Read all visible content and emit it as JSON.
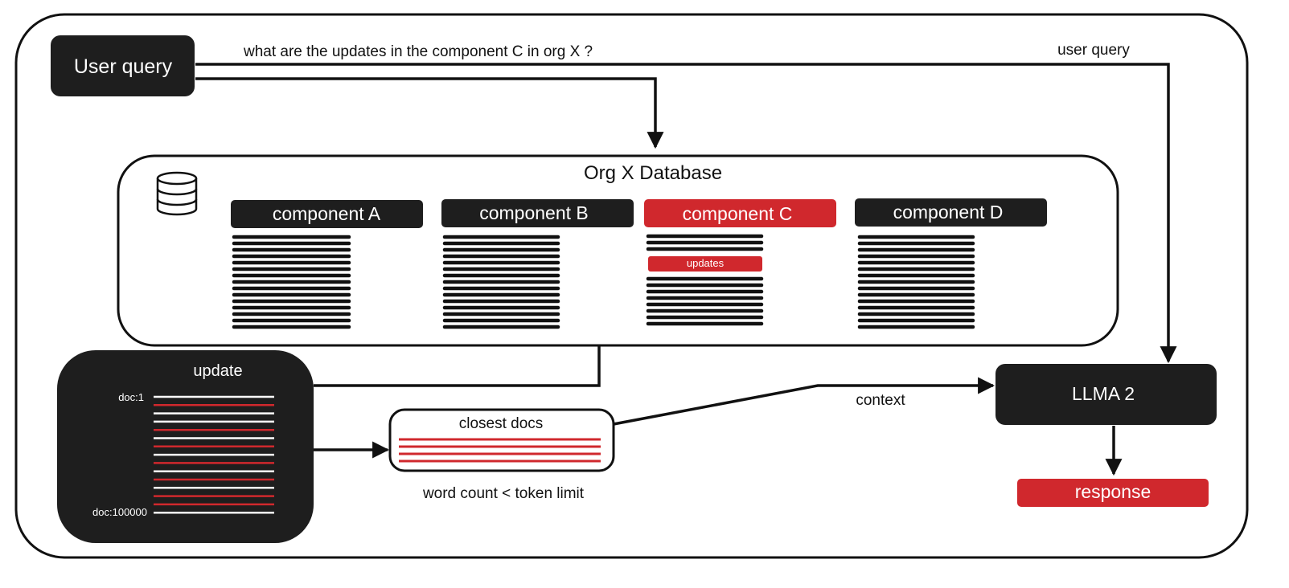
{
  "colors": {
    "dark": "#1e1e1e",
    "red": "#d0282d",
    "white": "#ffffff",
    "line": "#111111"
  },
  "user_query": {
    "label": "User query",
    "question": "what are the updates in the component C in org X ?",
    "edge_label": "user query"
  },
  "database": {
    "title": "Org X Database",
    "icon": "database-icon",
    "components": [
      {
        "label": "component A",
        "highlight": false
      },
      {
        "label": "component B",
        "highlight": false
      },
      {
        "label": "component C",
        "highlight": true,
        "tag": "updates"
      },
      {
        "label": "component D",
        "highlight": false
      }
    ]
  },
  "update_panel": {
    "title": "update",
    "first_doc": "doc:1",
    "last_doc": "doc:100000"
  },
  "closest_docs": {
    "title": "closest docs",
    "caption": "word count < token limit"
  },
  "context_label": "context",
  "llm": {
    "label": "LLMA 2"
  },
  "response": {
    "label": "response"
  }
}
